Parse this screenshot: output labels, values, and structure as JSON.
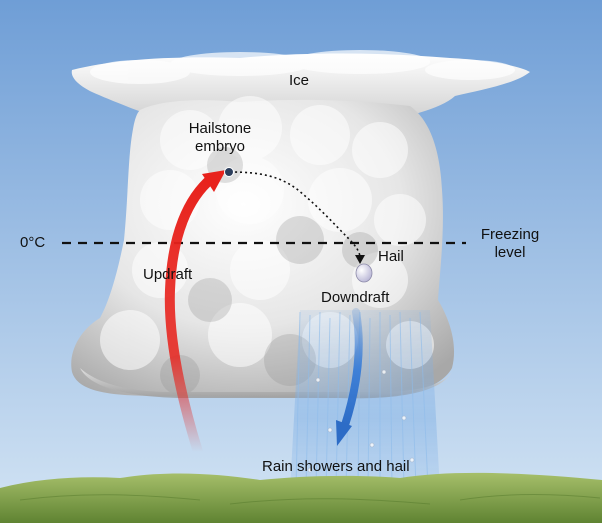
{
  "labels": {
    "ice": "Ice",
    "hailstone_embryo": [
      "Hailstone",
      "embryo"
    ],
    "zero_c": "0°C",
    "freezing_level": [
      "Freezing",
      "level"
    ],
    "updraft": "Updraft",
    "hail": "Hail",
    "downdraft": "Downdraft",
    "rain": "Rain showers and hail"
  },
  "colors": {
    "sky_top": "#6f9ed6",
    "sky_bottom": "#cfe1f3",
    "cloud": "#f2f2f2",
    "cloud_shadow": "#9a9a9a",
    "updraft": "#e8221c",
    "downdraft": "#3a7ed8",
    "ground": "#7d9f46",
    "freezing_line": "#111111"
  }
}
